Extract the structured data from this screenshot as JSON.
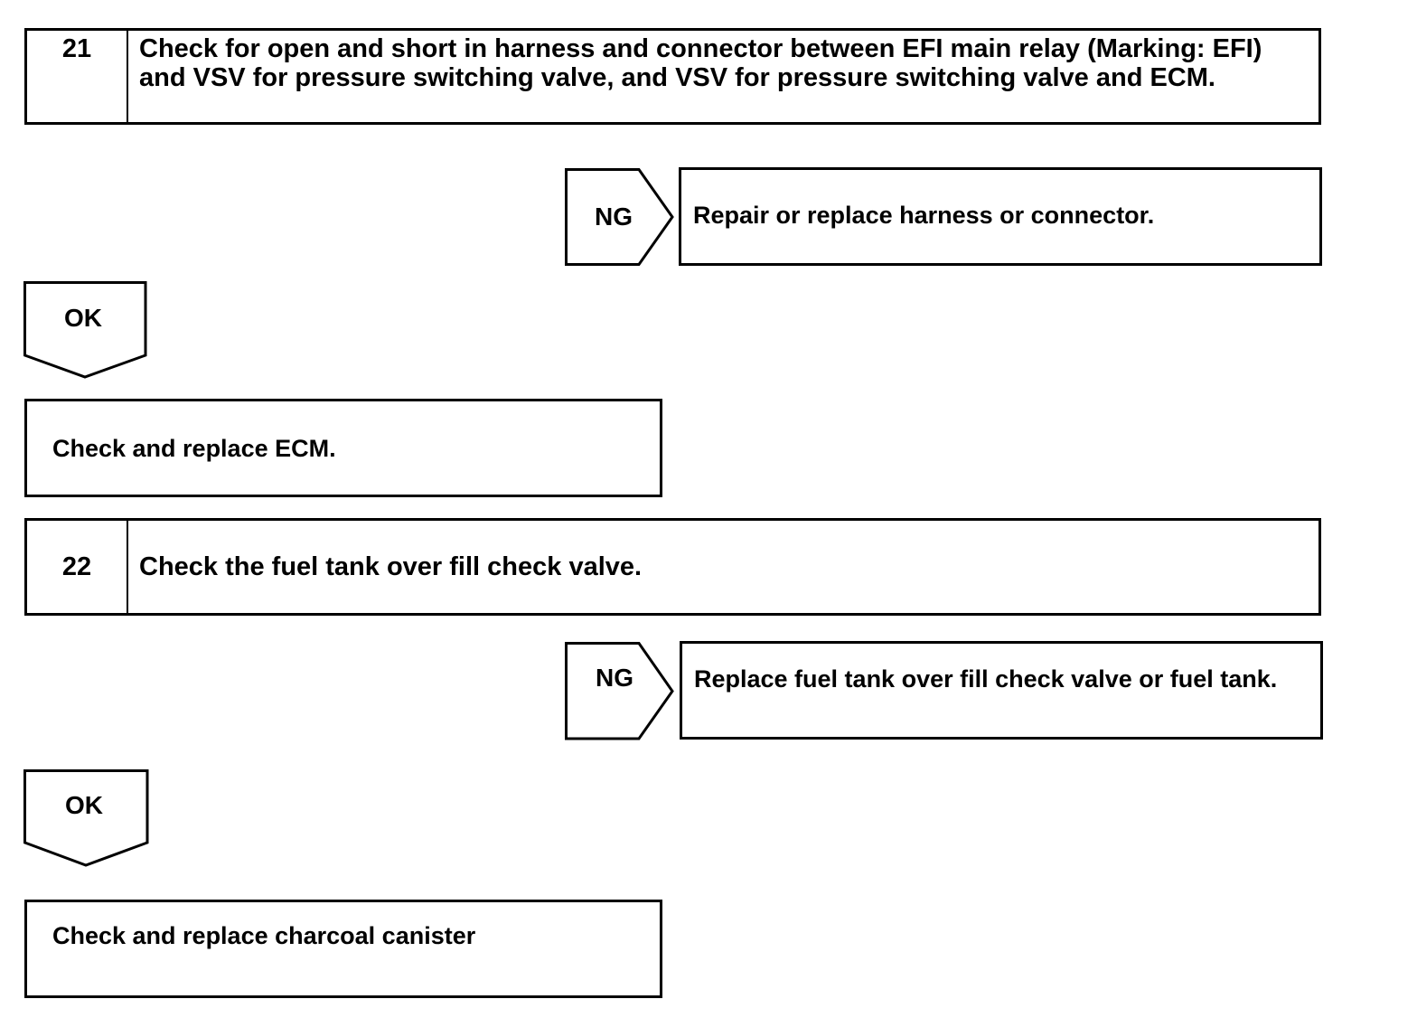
{
  "step21": {
    "number": "21",
    "text": "Check for open and short in harness and connector between EFI main relay (Marking: EFI) and VSV for pressure switching valve, and VSV for pressure switching valve and ECM."
  },
  "ng1": {
    "label": "NG",
    "action": "Repair or replace harness or connector."
  },
  "ok1": {
    "label": "OK"
  },
  "result1": {
    "text": "Check and replace ECM."
  },
  "step22": {
    "number": "22",
    "text": "Check the fuel tank over fill check valve."
  },
  "ng2": {
    "label": "NG",
    "action": "Replace fuel tank over fill check valve or fuel tank."
  },
  "ok2": {
    "label": "OK"
  },
  "result2": {
    "text": "Check and replace charcoal canister"
  }
}
